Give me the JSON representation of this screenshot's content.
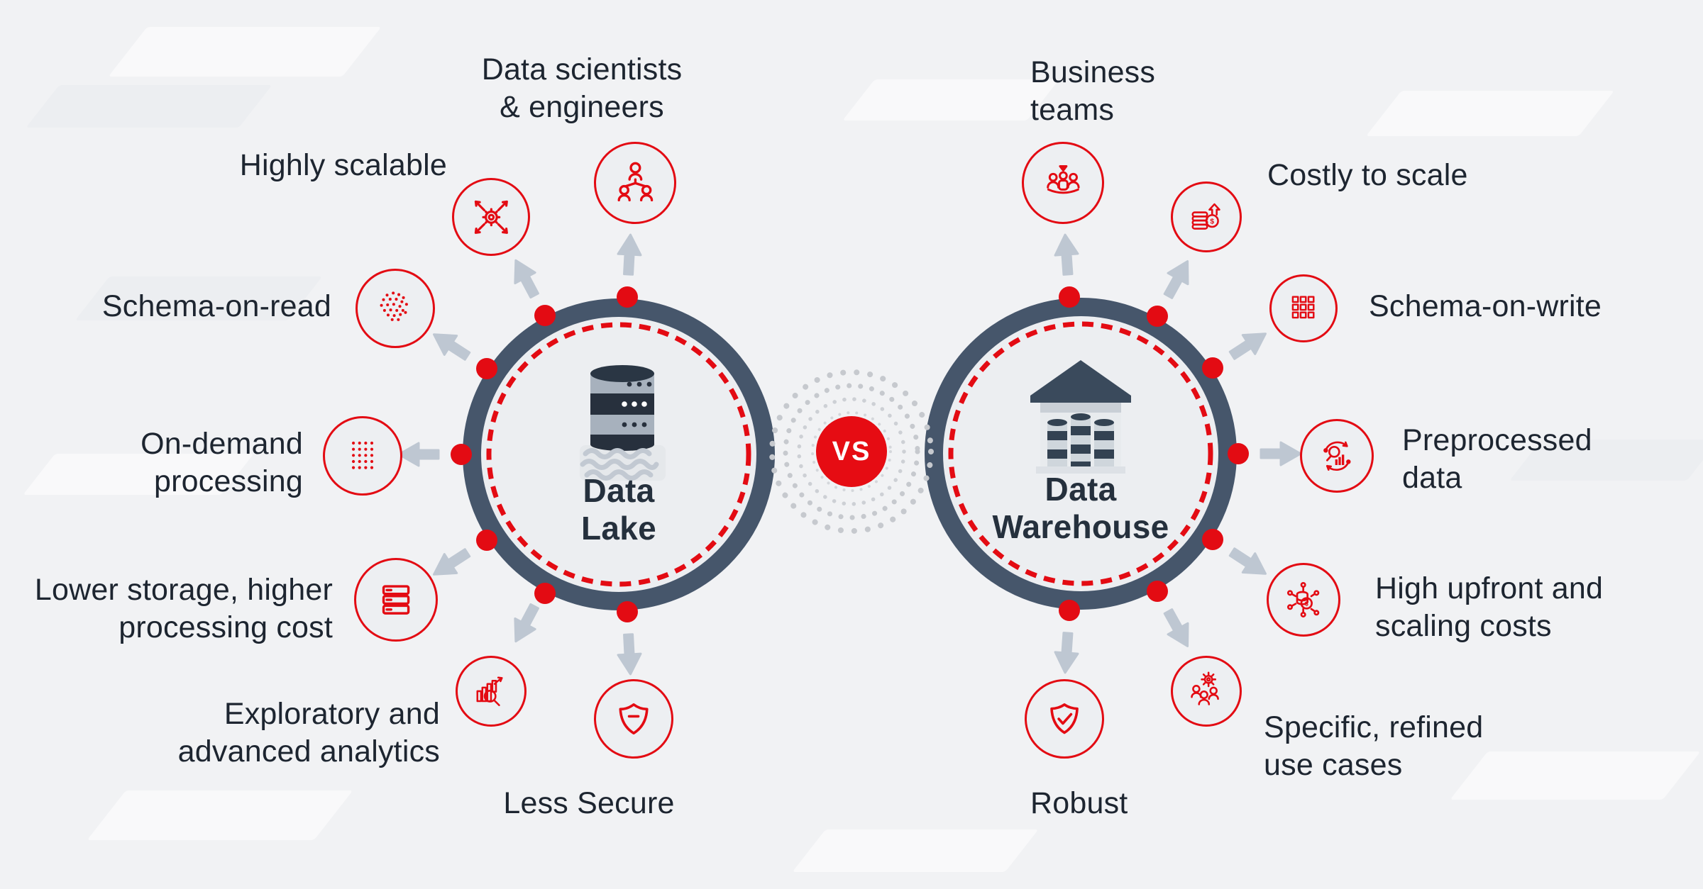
{
  "vs_label": "VS",
  "left_circle": {
    "title": "Data\nLake",
    "icon": "data-lake-icon"
  },
  "right_circle": {
    "title": "Data\nWarehouse",
    "icon": "data-warehouse-icon"
  },
  "left_items": [
    {
      "label": "Data scientists\n& engineers",
      "icon": "people-hierarchy-icon"
    },
    {
      "label": "Highly scalable",
      "icon": "scale-out-gear-icon"
    },
    {
      "label": "Schema-on-read",
      "icon": "scattered-dots-icon"
    },
    {
      "label": "On-demand\nprocessing",
      "icon": "ordered-dots-icon"
    },
    {
      "label": "Lower storage, higher\nprocessing cost",
      "icon": "server-stack-icon"
    },
    {
      "label": "Exploratory and\nadvanced analytics",
      "icon": "analytics-magnifier-icon"
    },
    {
      "label": "Less Secure",
      "icon": "shield-minus-icon"
    }
  ],
  "right_items": [
    {
      "label": "Business\nteams",
      "icon": "business-team-icon"
    },
    {
      "label": "Costly to scale",
      "icon": "coins-growth-icon"
    },
    {
      "label": "Schema-on-write",
      "icon": "grid-squares-icon"
    },
    {
      "label": "Preprocessed\ndata",
      "icon": "process-magnifier-icon"
    },
    {
      "label": "High upfront and\nscaling costs",
      "icon": "dollar-network-icon"
    },
    {
      "label": "Specific, refined\nuse cases",
      "icon": "team-gear-icon"
    },
    {
      "label": "Robust",
      "icon": "shield-check-icon"
    }
  ],
  "colors": {
    "accent_red": "#e30b13",
    "vs_red": "#e60c13",
    "ring": "#46566b",
    "inner_fill": "#ecEEF1",
    "arrow_gray": "#bec7d2",
    "text": "#1d2530",
    "background": "#f1f2f4"
  }
}
